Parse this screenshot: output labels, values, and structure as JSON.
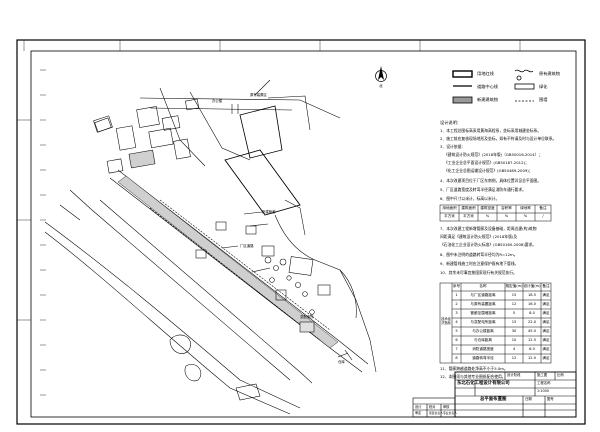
{
  "legend": [
    {
      "key": "legend-red-line",
      "label": "用地红线"
    },
    {
      "key": "legend-road",
      "label": "道路中心线"
    },
    {
      "key": "legend-new-building",
      "label": "新建建筑物"
    },
    {
      "key": "legend-existing-building",
      "label": "原有建筑物"
    },
    {
      "key": "legend-tree",
      "label": "绿化"
    },
    {
      "key": "legend-fence",
      "label": "围墙"
    }
  ],
  "notes": {
    "title": "设计说明：",
    "lines": [
      "1、本工程总图标高采用黄海高程系，坐标采用城建坐标系。",
      "2、施工前应复核现场地形及坐标，如有不符请及时与设计单位联系。",
      "3、设计依据：",
      "《建筑设计防火规范》(2018年版)（GB50016-2014）；",
      "《工业企业总平面设计规范》(GB50187-2012)；",
      "《化工企业总图运输设计规范》(GB50489-2009)；",
      "4、本次改建项目位于厂区东南侧，具体位置详见总平面图。",
      "5、厂区道路宽度及转弯半径满足消防车通行要求。",
      "6、图中尺寸以米计，标高以米计。"
    ]
  },
  "table1": {
    "header": [
      "用地面积",
      "建筑面积",
      "建筑密度",
      "容积率",
      "绿地率",
      "备注"
    ],
    "row": [
      "平方米",
      "平方米",
      "%",
      "%",
      "%",
      "/"
    ]
  },
  "notes2": [
    "7、本次改建工程新增管廊及设备基础，距周边建(构)筑物",
    "   间距满足《建筑设计防火规范》(2018年版)及",
    "   《石油化工企业设计防火标准》(GB50160-2008)要求。",
    "8、图中未注明的道路转弯半径均为R=12m。",
    "9、新建管线施工时应注意保护既有地下管线。",
    "10、其余未尽事宜按国家现行有关规范执行。"
  ],
  "table2": {
    "side": "技术经济指标",
    "header": [
      "序号",
      "名称",
      "规定值(m)",
      "设计值(m)",
      "备注"
    ],
    "rows": [
      [
        "1",
        "与厂区道路距离",
        "15",
        "18.5",
        "满足"
      ],
      [
        "2",
        "与原有装置距离",
        "12",
        "16.0",
        "满足"
      ],
      [
        "3",
        "管廊至围墙距离",
        "5",
        "8.0",
        "满足"
      ],
      [
        "4",
        "与变配电所距离",
        "15",
        "22.0",
        "满足"
      ],
      [
        "5",
        "与办公楼距离",
        "30",
        "45.0",
        "满足"
      ],
      [
        "6",
        "与仓库距离",
        "10",
        "12.5",
        "满足"
      ],
      [
        "7",
        "消防道路宽度",
        "4",
        "6.0",
        "满足"
      ],
      [
        "8",
        "道路转弯半径",
        "12",
        "12.0",
        "满足"
      ]
    ]
  },
  "notes3": [
    "11、管廊跨越道路处净高不小于5.0m。",
    "12、本图须与其他专业图纸配合使用。"
  ],
  "title_block": {
    "company": "东北石化工程设计有限公司",
    "drawing_name": "总平面布置图",
    "fields": [
      "设计",
      "校对",
      "审核",
      "审定",
      "项目负责人",
      "专业负责人"
    ],
    "project_label": "工程名称",
    "stage_label": "设计阶段",
    "scale_label": "比例",
    "date_label": "日期",
    "sheet_label": "图号",
    "stage": "施工图",
    "scale": "1:1000"
  },
  "map_labels": {
    "north": "北",
    "label_a": "办公楼",
    "label_b": "原有装置区",
    "label_c": "新建管廊",
    "label_d": "厂区道路",
    "label_e": "变配电所",
    "label_f": "仓库"
  }
}
